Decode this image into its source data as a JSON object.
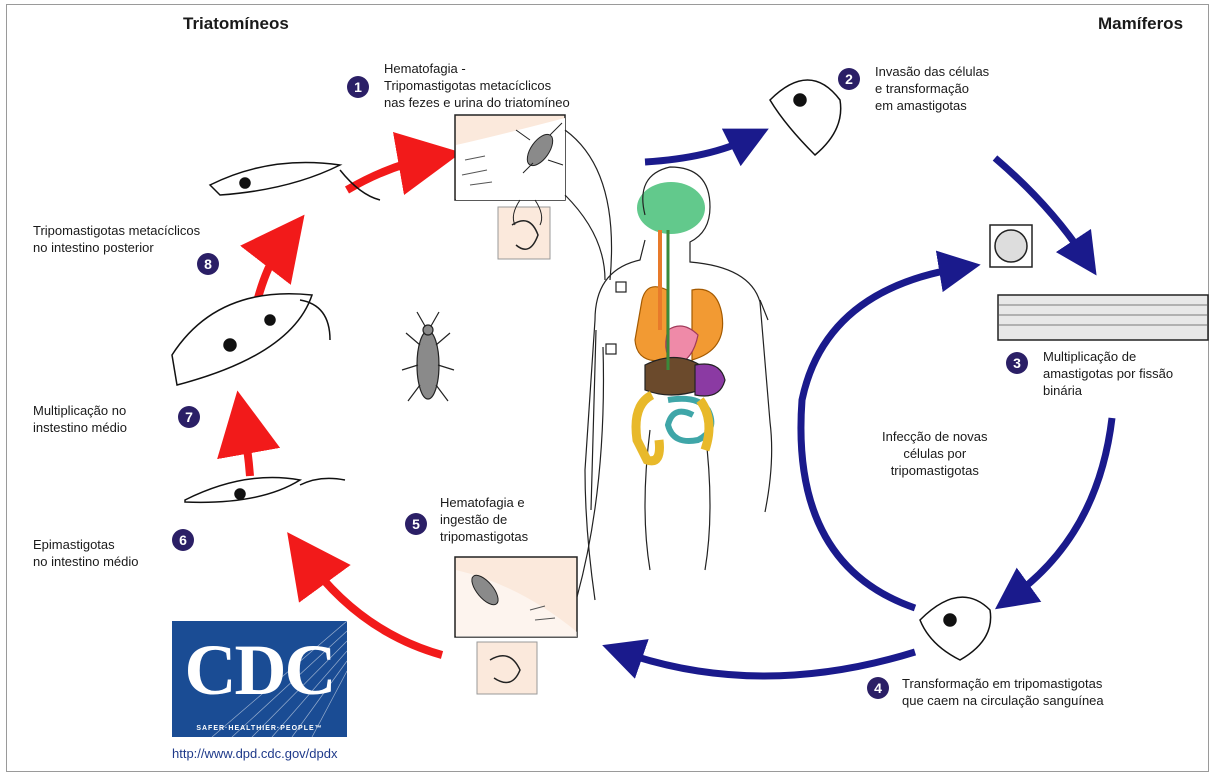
{
  "titles": {
    "left": "Triatomíneos",
    "right": "Mamíferos"
  },
  "steps": [
    {
      "num": "1",
      "label": "Hematofagia -\nTripomastigotas metacíclicos\nnas fezes e urina do triatomíneo"
    },
    {
      "num": "2",
      "label": "Invasão das células\ne transformação\nem amastigotas"
    },
    {
      "num": "3",
      "label": "Multiplicação de\namastigotas por fissão\nbinária"
    },
    {
      "num": "4",
      "label": "Transformação em tripomastigotas\nque caem na circulação sanguínea"
    },
    {
      "num": "5",
      "label": "Hematofagia e\ningestão de\ntripomastigotas"
    },
    {
      "num": "6",
      "label": "Epimastigotas\nno intestino médio"
    },
    {
      "num": "7",
      "label": "Multiplicação no\ninstestino médio"
    },
    {
      "num": "8",
      "label": "Tripomastigotas metacíclicos\nno intestino posterior"
    }
  ],
  "center_label": "Infecção de novas\ncélulas por\ntripomastigotas",
  "logo": {
    "letters": "CDC",
    "tagline": "SAFER·HEALTHIER·PEOPLE™"
  },
  "url": "http://www.dpd.cdc.gov/dpdx",
  "colors": {
    "red_arrow": "#f21a1a",
    "blue_arrow": "#1a1a8c",
    "step_badge": "#2b1f66",
    "cdc_blue": "#1a4c94",
    "inset_fill": "#fbe9dc"
  }
}
